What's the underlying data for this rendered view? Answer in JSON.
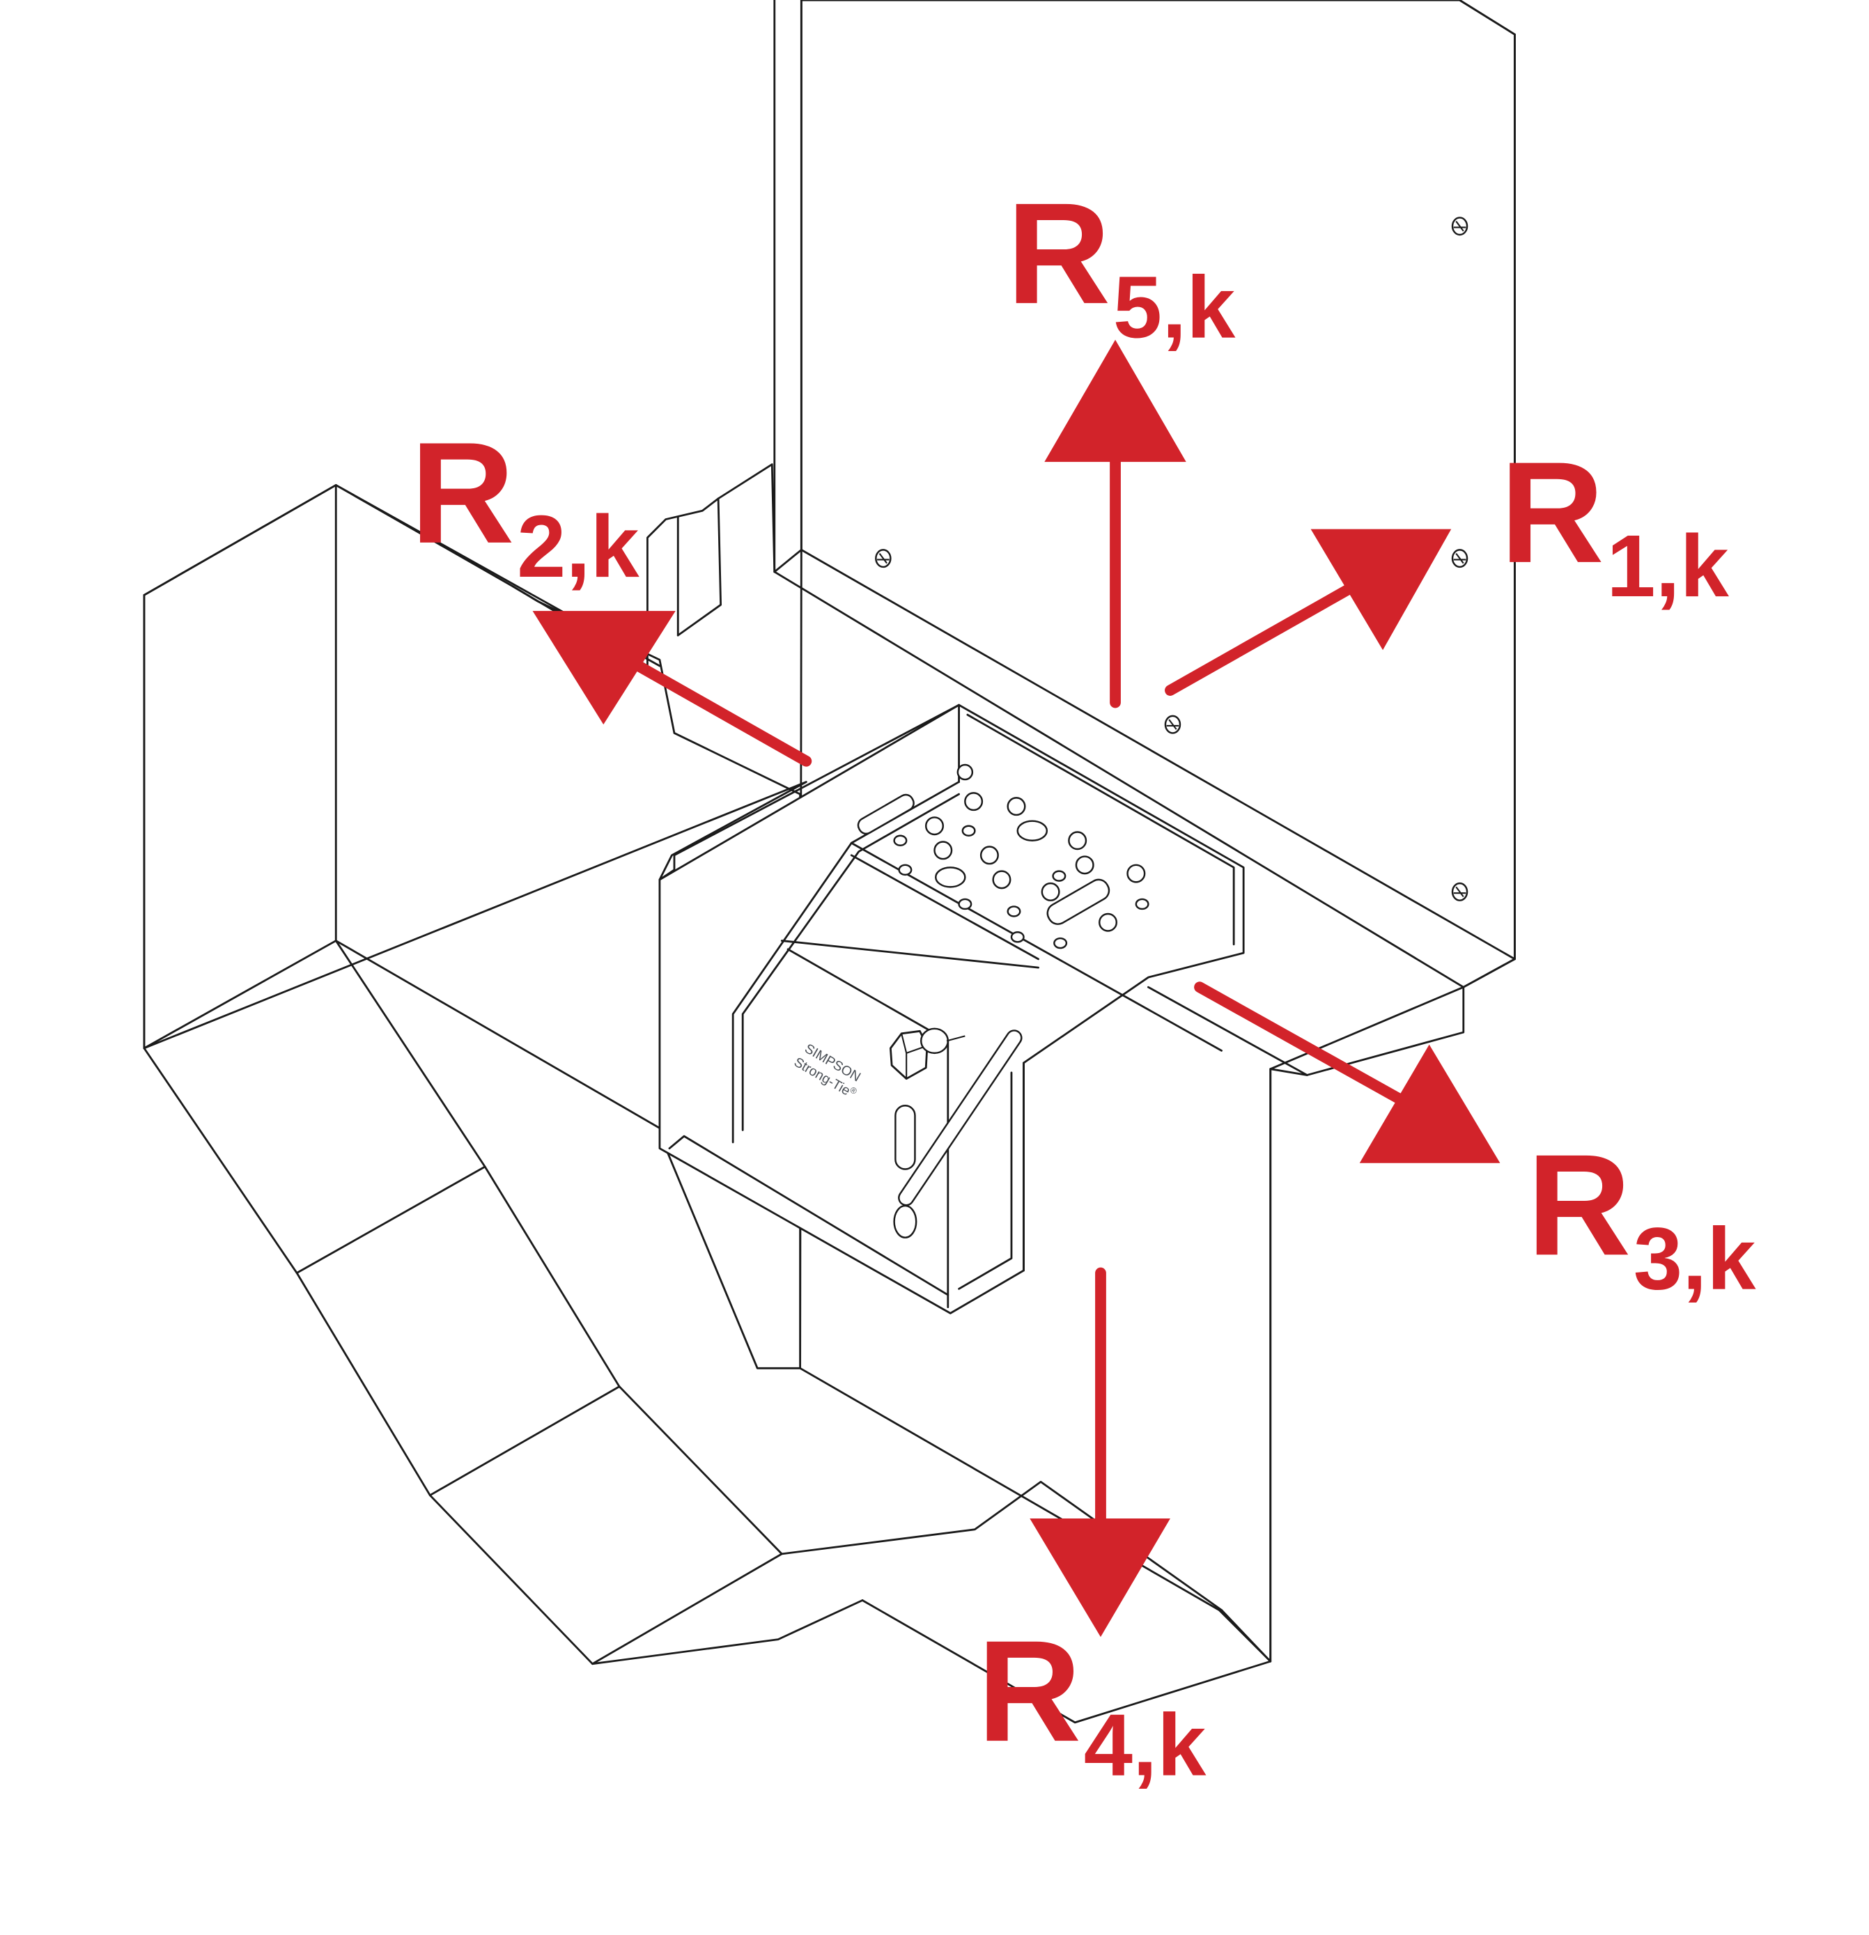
{
  "figure": {
    "type": "isometric technical diagram",
    "subject": "Concealed beam hanger connection with characteristic load directions",
    "accent_color": "#d2232a",
    "line_color": "#1a1a1a"
  },
  "brand": {
    "line1": "SIMPSON",
    "line2": "Strong-Tie",
    "mark": "®"
  },
  "forces": [
    {
      "id": "R1",
      "main": "R",
      "sub": "1,k",
      "direction": "along main beam (right-up)"
    },
    {
      "id": "R2",
      "main": "R",
      "sub": "2,k",
      "direction": "along secondary beam away from support (left-up)"
    },
    {
      "id": "R3",
      "main": "R",
      "sub": "3,k",
      "direction": "along main beam (right-down)"
    },
    {
      "id": "R4",
      "main": "R",
      "sub": "4,k",
      "direction": "downward (vertical)"
    },
    {
      "id": "R5",
      "main": "R",
      "sub": "5,k",
      "direction": "upward (vertical)"
    }
  ]
}
